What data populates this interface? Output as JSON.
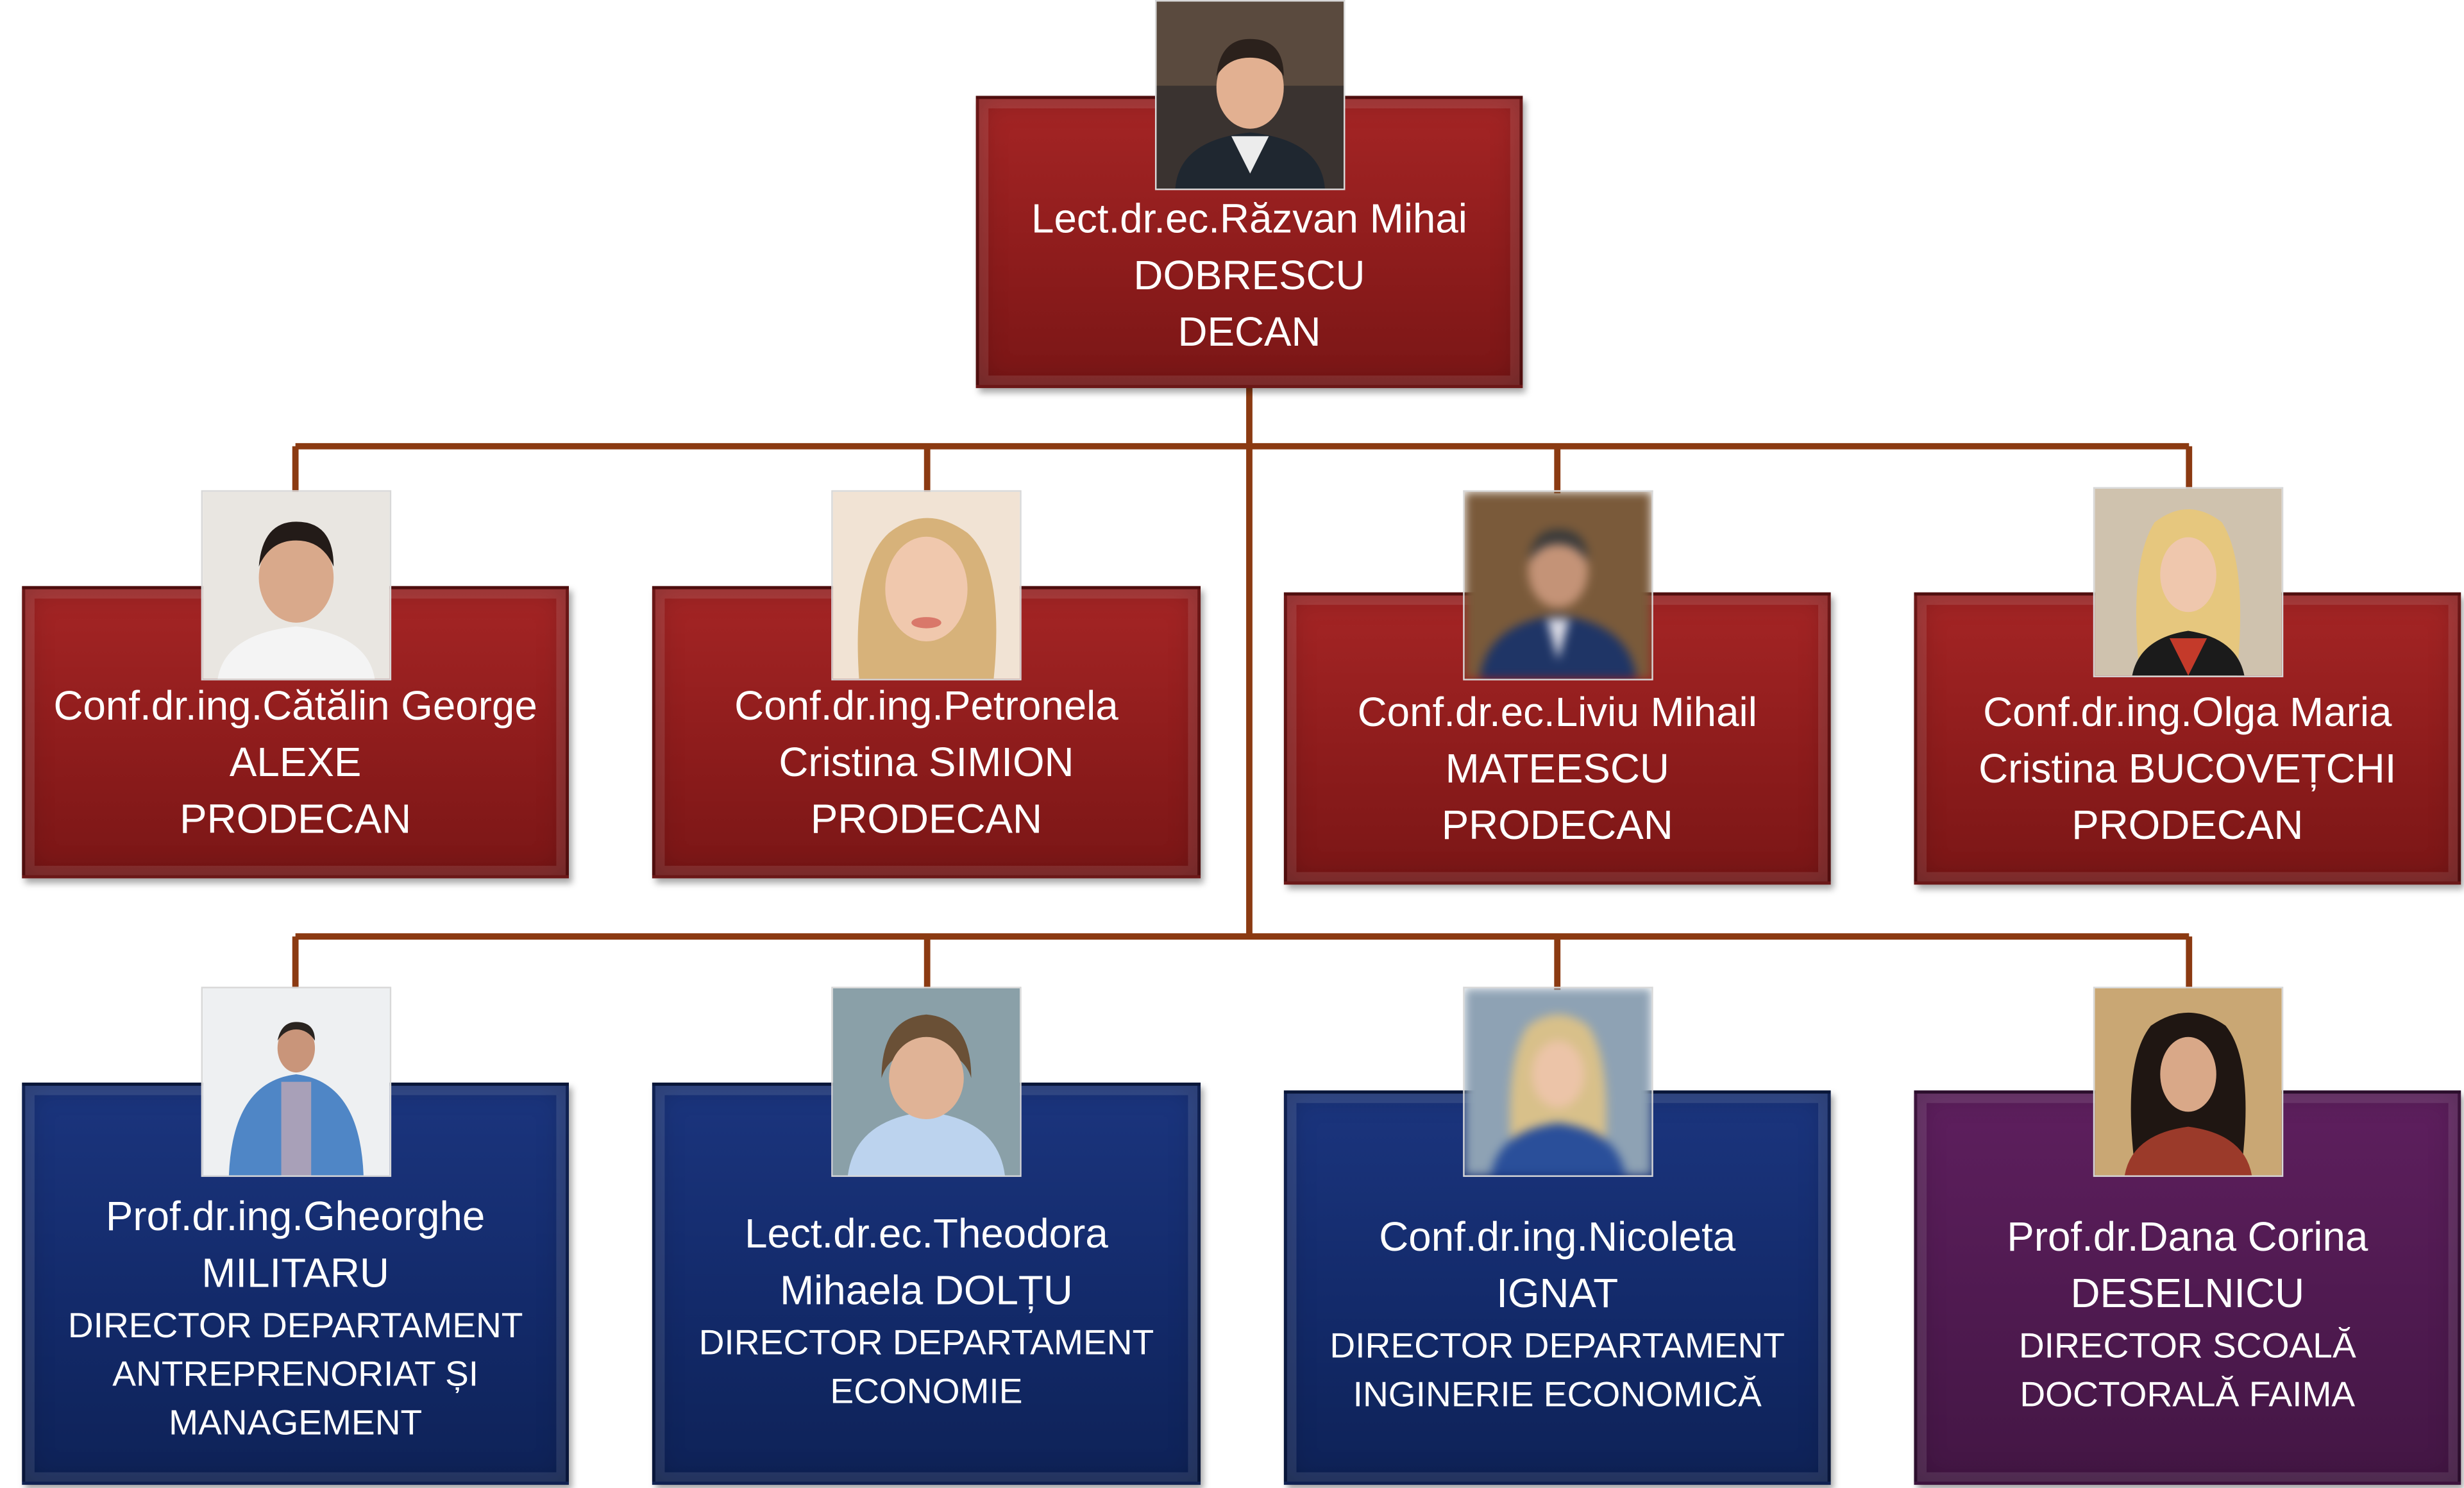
{
  "dean": {
    "name": [
      "Lect.dr.ec.Răzvan Mihai",
      "DOBRESCU"
    ],
    "role": [
      "DECAN"
    ]
  },
  "vice_deans": [
    {
      "name": [
        "Conf.dr.ing.Cătălin George",
        "ALEXE"
      ],
      "role": [
        "PRODECAN"
      ]
    },
    {
      "name": [
        "Conf.dr.ing.Petronela",
        "Cristina SIMION"
      ],
      "role": [
        "PRODECAN"
      ]
    },
    {
      "name": [
        "Conf.dr.ec.Liviu Mihail",
        "MATEESCU"
      ],
      "role": [
        "PRODECAN"
      ]
    },
    {
      "name": [
        "Conf.dr.ing.Olga Maria",
        "Cristina BUCOVEȚCHI"
      ],
      "role": [
        "PRODECAN"
      ]
    }
  ],
  "directors": [
    {
      "name": [
        "Prof.dr.ing.Gheorghe",
        "MILITARU"
      ],
      "role": [
        "DIRECTOR DEPARTAMENT",
        "ANTREPRENORIAT ȘI",
        "MANAGEMENT"
      ]
    },
    {
      "name": [
        "Lect.dr.ec.Theodora",
        "Mihaela DOLȚU"
      ],
      "role": [
        "DIRECTOR DEPARTAMENT",
        "ECONOMIE"
      ]
    },
    {
      "name": [
        "Conf.dr.ing.Nicoleta",
        "IGNAT"
      ],
      "role": [
        "DIRECTOR DEPARTAMENT",
        "INGINERIE ECONOMICĂ"
      ]
    },
    {
      "name": [
        "Prof.dr.Dana Corina",
        "DESELNICU"
      ],
      "role": [
        "DIRECTOR SCOALĂ",
        "DOCTORALĂ FAIMA"
      ]
    }
  ],
  "colors": {
    "dean_box": "#8e1c1c",
    "vice_dean_box": "#a52525",
    "department_box": "#132a6a",
    "doctoral_box": "#4f1a50",
    "connector": "#8b3a12"
  }
}
